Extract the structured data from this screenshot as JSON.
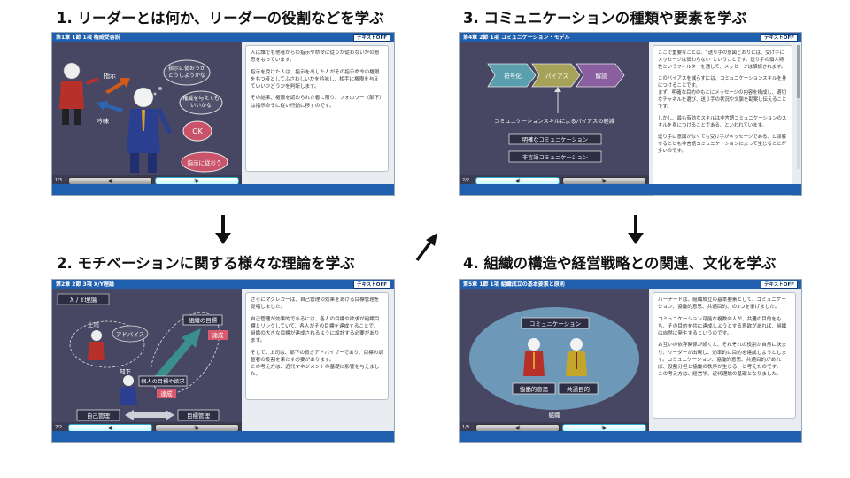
{
  "headings": {
    "h1": "1. リーダーとは何か、リーダーの役割などを学ぶ",
    "h2": "2. モチベーションに関する様々な理論を学ぶ",
    "h3": "3. コミュニケーションの種類や要素を学ぶ",
    "h4": "4. 組織の構造や経営戦略との関連、文化を学ぶ"
  },
  "common": {
    "text_off": "テキストOFF",
    "prev_icon": "◀I",
    "next_icon": "I▶"
  },
  "p1": {
    "title": "第1章 1節 1項 権威受容説",
    "page": "1/3",
    "labels": {
      "shiji": "指示",
      "ginmi": "吟味",
      "bubble1": "指示に従おうか\nどうしようかな",
      "bubble2": "権威を与えても\nいいかな",
      "ok": "OK",
      "bubble4": "指示に従おう"
    },
    "text": [
      "人は誰でも他者からの指示や命令に従うか従わないかの意思をもっています。",
      "指示を受けた人は、指示を出した人がその指示命令の権限をもつ者としてふさわしいかを吟味し、相手に権限を与えていいかどうかを判断します。",
      "その結果、権限を認められた者に限り、フォロワー（部下）は指示命令に従い行動に移すのです。"
    ]
  },
  "p2": {
    "title": "第2章 2節 3項 X/Y理論",
    "page": "2/2",
    "labels": {
      "xy": "X / Y理論",
      "joshi": "上司",
      "advice": "アドバイス",
      "soshiki": "組織の目標",
      "tassei1": "達成",
      "buka": "部下",
      "kojin": "個人の目標や欲求",
      "tassei2": "達成",
      "jiko": "自己管理",
      "mokuhyo": "目標管理"
    },
    "text": [
      "さらにマグレガーは、自己管理の効果をあげる目標管理を提唱しました。",
      "自己管理が効果的であるには、各人の目標や欲求が組織目標とリンクしていて、各人がその目標を達成することで、組織の大きな目標が達成されるように設計する必要があります。",
      "そして、上司は、部下の良きアドバイザーであり、目標の調整者の役割を果たす必要があります。\nこの考え方は、近代マネジメントの基礎に影響を与えました。"
    ]
  },
  "p3": {
    "title": "第4章 2節 1項 コミュニケーション・モデル",
    "page": "2/2",
    "labels": {
      "fugouka": "符号化",
      "bias": "バイアス",
      "kaidoku": "解読",
      "skill": "コミュニケーションスキルによるバイアスの軽減",
      "meikaku": "明確なコミュニケーション",
      "higengo": "非言語コミュニケーション"
    },
    "text": [
      "ここで重要なことは、“送り手の意図どおりには、受け手にメッセージは伝わらない”ということです。送り手の個人特性というフィルターを通して、メッセージは解読されます。",
      "このバイアスを減らすには、コミュニケーションスキルを身につけることです。\nまず、明確な目的のもとにメッセージの内容を構成し、適切なチャネルを選び、送り手の状況や文脈を勘案し伝えることです。",
      "しかし、最も有効なスキルは非言語コミュニケーションのスキルを身につけることである、といわれています。",
      "送り手に意図がなくても受け手がメッセージである、と誤解することも非言語コミュニケーションによって生じることが多いのです。"
    ]
  },
  "p4": {
    "title": "第5章 1節 1項 組織成立の基本要素と原則",
    "page": "1/3",
    "labels": {
      "comm": "コミュニケーション",
      "kyoudou": "協働的意思",
      "kyoutsuu": "共通目的",
      "soshiki": "組織"
    },
    "text": [
      "バーナードは、組織成立の基本要素として、コミュニケーション、協働的意思、共通目的、の3つを挙げました。",
      "コミュニケーション可能な複数の人が、共通の目的をもち、その目的を共に達成しようとする意欲があれば、組織は自然に発生するというのです。",
      "お互いの依存関係が続くと、それぞれの役割が自然に決まり、リーダーが出現し、効率的に目的を達成しようとします。コミュニケーション、協働的意思、共通目的があれば、役割分担と協働の秩序が生じる、と考えたのです。\nこの考え方は、経営学、近代理論の基礎となりました。"
    ]
  },
  "colors": {
    "header_blue": "#1f5fae",
    "scene_bg": "#474763",
    "pink": "#c9536b",
    "chevron_teal": "#5b9fae",
    "chevron_olive": "#a7a25a",
    "chevron_purple": "#8a5fa0"
  }
}
